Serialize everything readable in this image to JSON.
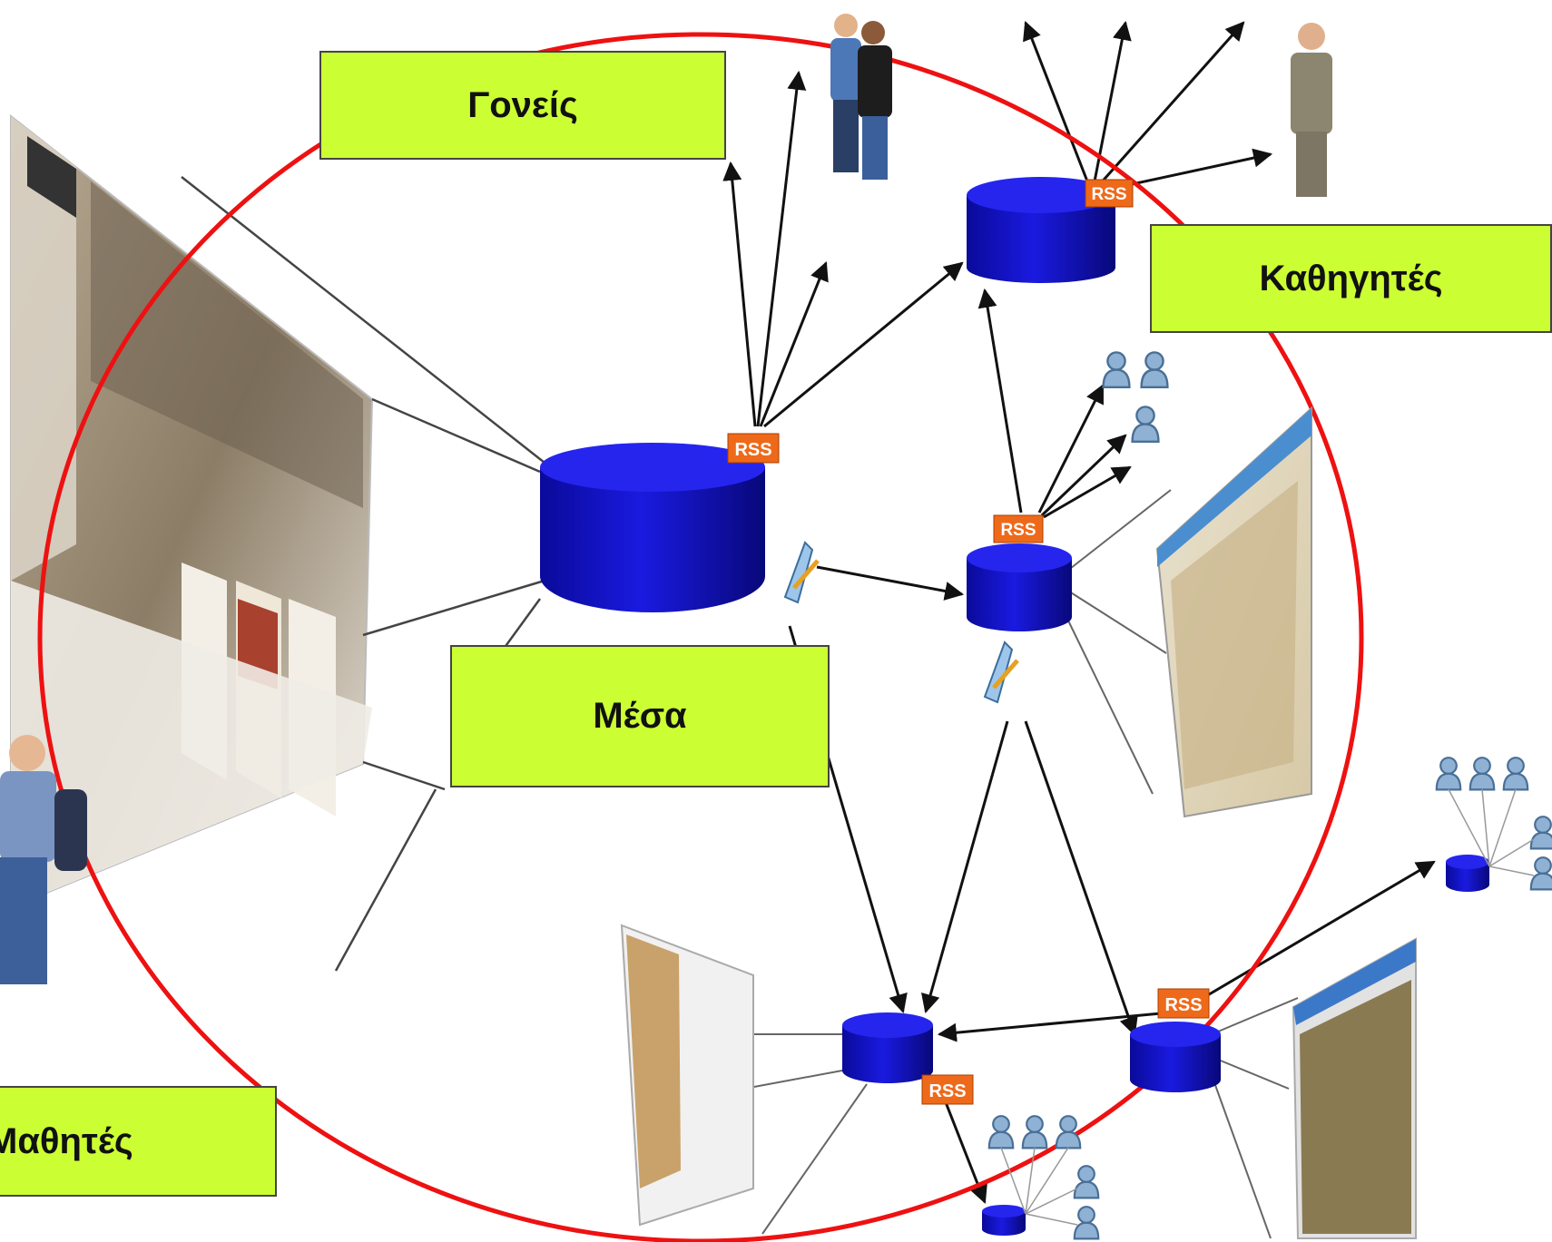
{
  "labels": {
    "parents": "Γονείς",
    "teachers": "Καθηγητές",
    "media": "Μέσα",
    "students": "Μαθητές"
  },
  "badges": {
    "rss": "RSS"
  },
  "colors": {
    "label_fill": "#ccff33",
    "circle_stroke": "#ee1111",
    "database_fill": "#1010cc",
    "rss_badge": "#ee6a1a",
    "user_icon": "#7fa3c8"
  },
  "icons": {
    "database": "database-cylinder-icon",
    "feed": "rss-feed-icon",
    "users": "user-group-icon",
    "people": "person-photo-icon",
    "page": "web-page-thumbnail-icon",
    "bridge": "feed-reader-icon"
  }
}
